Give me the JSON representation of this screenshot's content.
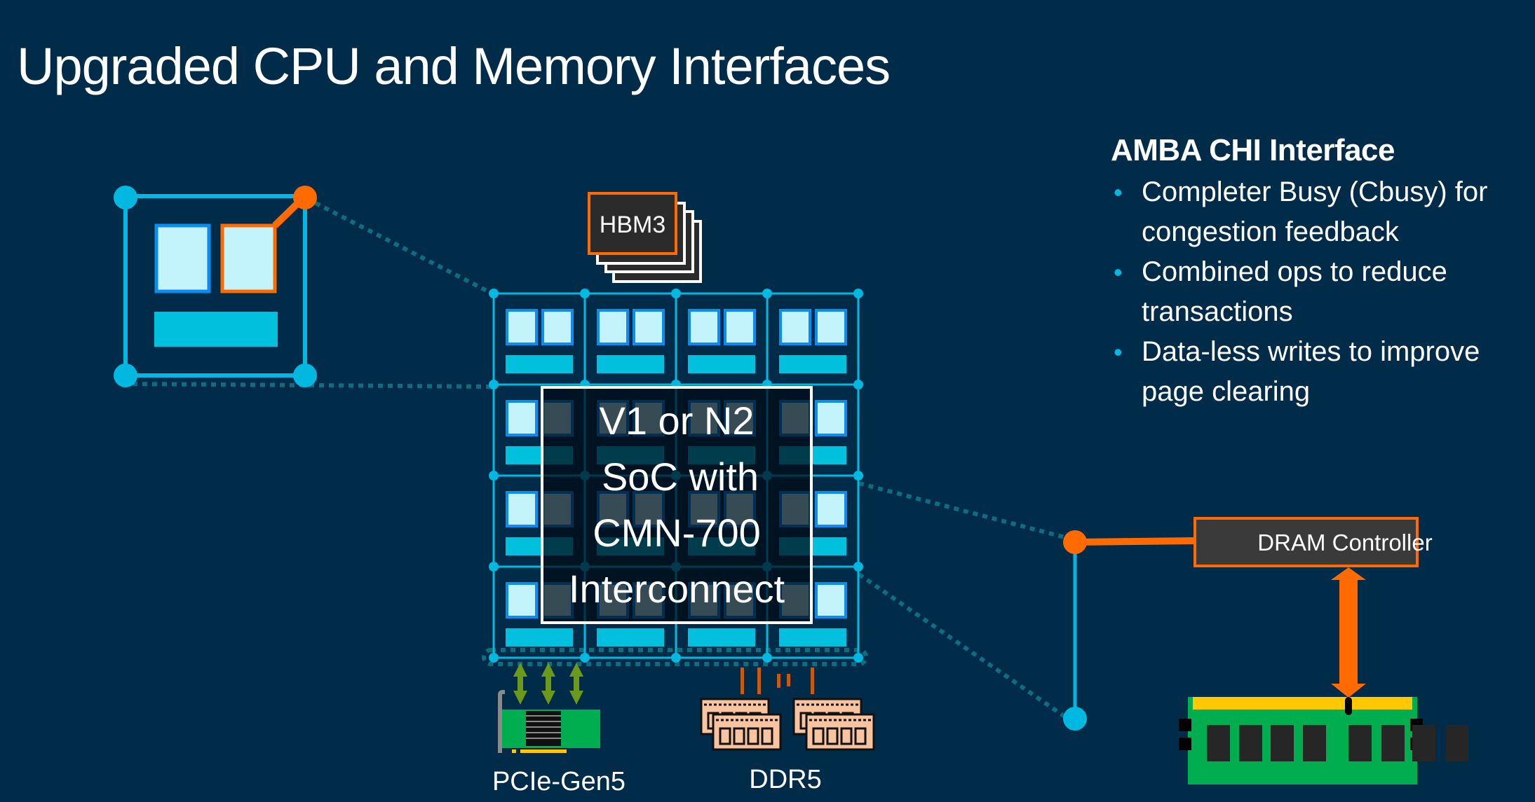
{
  "slide": {
    "title": "Upgraded CPU and Memory Interfaces",
    "background_color": "#002b49"
  },
  "side_panel": {
    "heading": "AMBA CHI Interface",
    "bullets": [
      {
        "label": "Completer Busy (Cbusy) for congestion feedback"
      },
      {
        "label": "Combined ops to reduce transactions"
      },
      {
        "label": "Data-less writes to improve page clearing"
      }
    ],
    "bullet_color": "#00b8e0"
  },
  "diagram": {
    "hbm_label": "HBM3",
    "soc_label_lines": [
      "V1 or N2",
      "SoC with",
      "CMN-700",
      "Interconnect"
    ],
    "pcie_label": "PCIe-Gen5",
    "ddr_label": "DDR5",
    "dram_controller_label": "DRAM Controller",
    "mesh": {
      "columns": 4,
      "rows": 4
    },
    "colors": {
      "mesh_line": "#00b8e0",
      "accent_orange": "#ff6b00",
      "core_border": "#0a8cf0",
      "core_fill": "#c4f4fb",
      "cache_fill": "#00c0de",
      "pcie_arrow": "#6b9a1a",
      "pcie_card": "#00ad4f",
      "dimm_fill": "#f8c4a0",
      "dram_stick": "#00ad4f",
      "dram_gold": "#ffc800"
    }
  }
}
